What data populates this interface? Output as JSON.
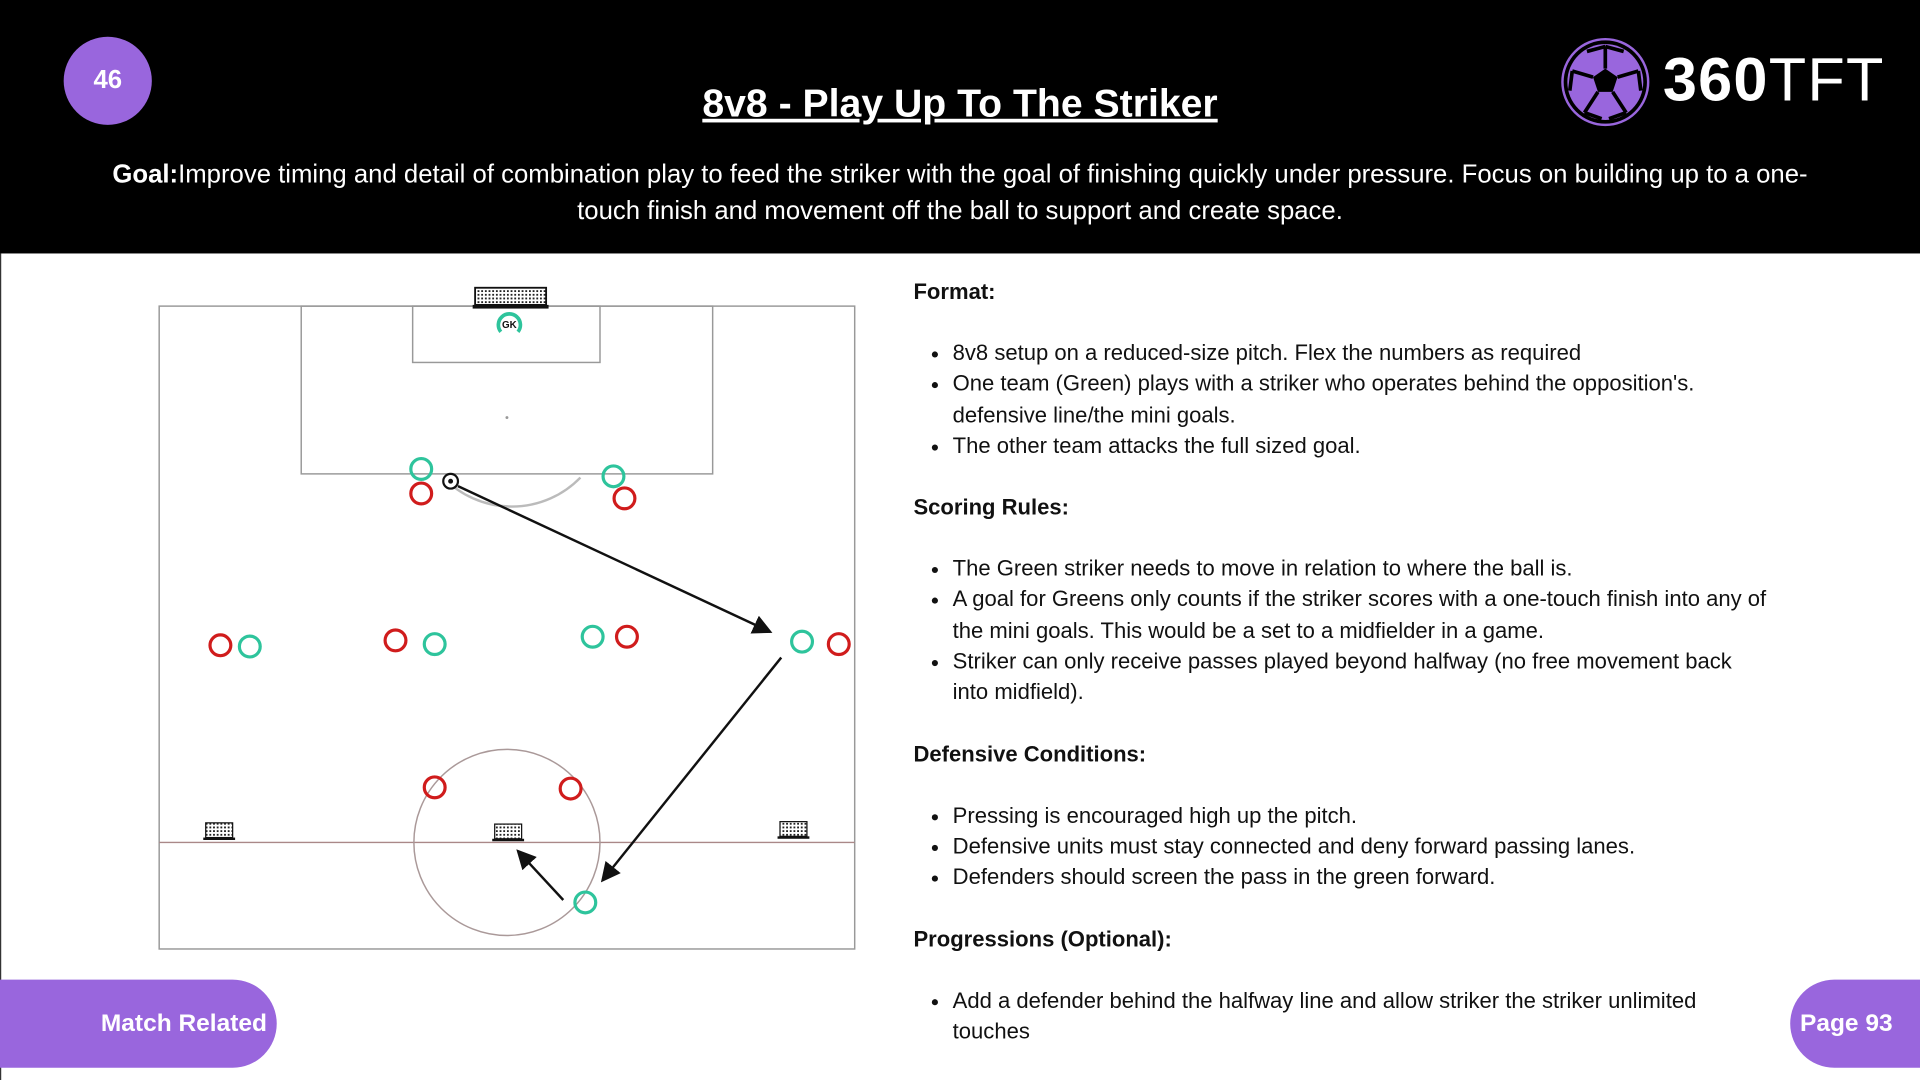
{
  "header": {
    "badge_number": "46",
    "title": "8v8 - Play Up To The Striker",
    "goal_label": "Goal:",
    "goal_text": "Improve timing and detail of combination play to feed the striker with the goal of finishing quickly under pressure. Focus on building up to a one-touch finish and movement off the ball to support and create space.",
    "logo_bold": "360",
    "logo_light": "TFT"
  },
  "diagram": {
    "gk_label": "GK",
    "colors": {
      "green": "#2ec49c",
      "red": "#d01c1c",
      "accent": "#9966dd"
    }
  },
  "sections": [
    {
      "heading": "Format:",
      "items": [
        "8v8 setup on a reduced-size pitch.  Flex the numbers as required",
        "One team (Green) plays with a striker who operates behind the opposition's. defensive line/the mini goals.",
        "The other team attacks the full sized goal."
      ]
    },
    {
      "heading": "Scoring Rules:",
      "items": [
        "The Green striker needs to move in relation to where the ball is.",
        "A goal for Greens only counts if the striker scores with a one-touch finish into any of the mini goals.  This would be a set to a midfielder in a game.",
        "Striker can only receive passes played beyond halfway (no free movement back into midfield)."
      ]
    },
    {
      "heading": "Defensive Conditions:",
      "items": [
        "Pressing is encouraged high up the pitch.",
        "Defensive units must stay connected and deny forward passing lanes.",
        "Defenders should screen the pass in the green forward."
      ]
    },
    {
      "heading": "Progressions (Optional):",
      "items": [
        "Add a defender behind the halfway line and allow striker the striker unlimited touches"
      ]
    }
  ],
  "footer": {
    "category": "Match Related",
    "page": "Page 93"
  }
}
